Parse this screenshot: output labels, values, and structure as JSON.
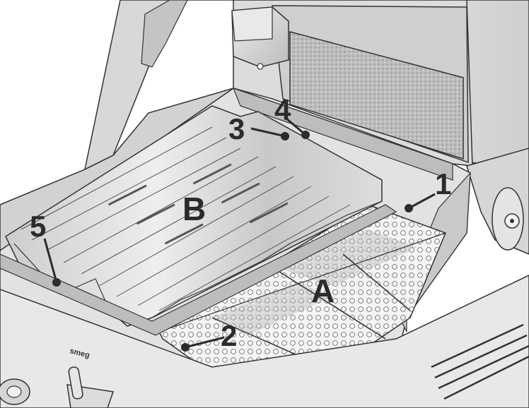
{
  "diagram": {
    "callouts": [
      {
        "id": "1",
        "label": "1"
      },
      {
        "id": "2",
        "label": "2"
      },
      {
        "id": "3",
        "label": "3"
      },
      {
        "id": "4",
        "label": "4"
      },
      {
        "id": "5",
        "label": "5"
      }
    ],
    "zones": [
      {
        "id": "A",
        "label": "A"
      },
      {
        "id": "B",
        "label": "B"
      }
    ],
    "brand": "smeg"
  },
  "colors": {
    "outline": "#333333",
    "steel_light": "#e6e6e6",
    "steel_mid": "#cfcfcf",
    "steel_dark": "#a9a9a9",
    "callout": "#2b2b2b"
  }
}
